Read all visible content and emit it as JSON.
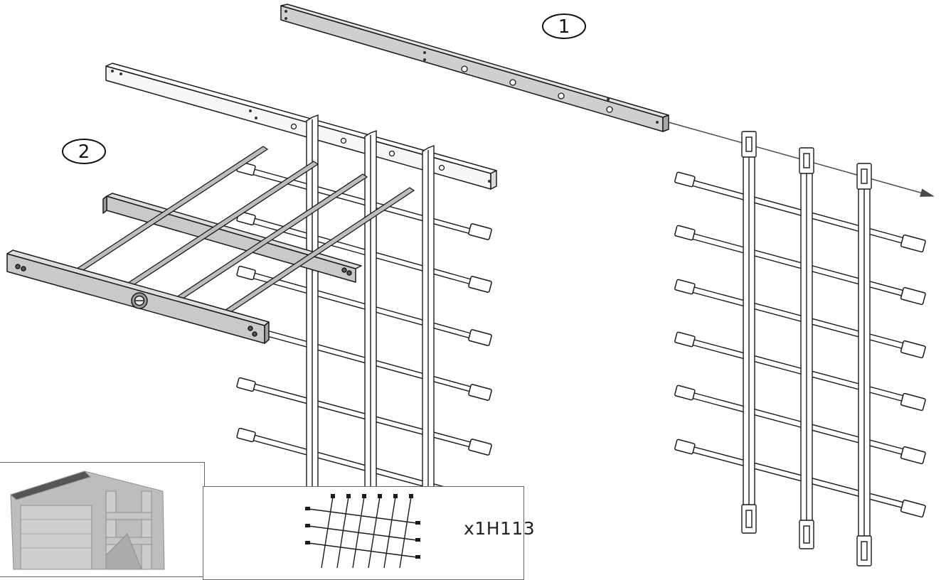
{
  "steps": [
    {
      "number": "1"
    },
    {
      "number": "2"
    }
  ],
  "part": {
    "code": "x1H113"
  },
  "colors": {
    "line": "#1a1a1a",
    "beam_dark": "#cfcfcf",
    "beam_light": "#f7f7f7",
    "overview_fill": "#bdbdbd"
  }
}
